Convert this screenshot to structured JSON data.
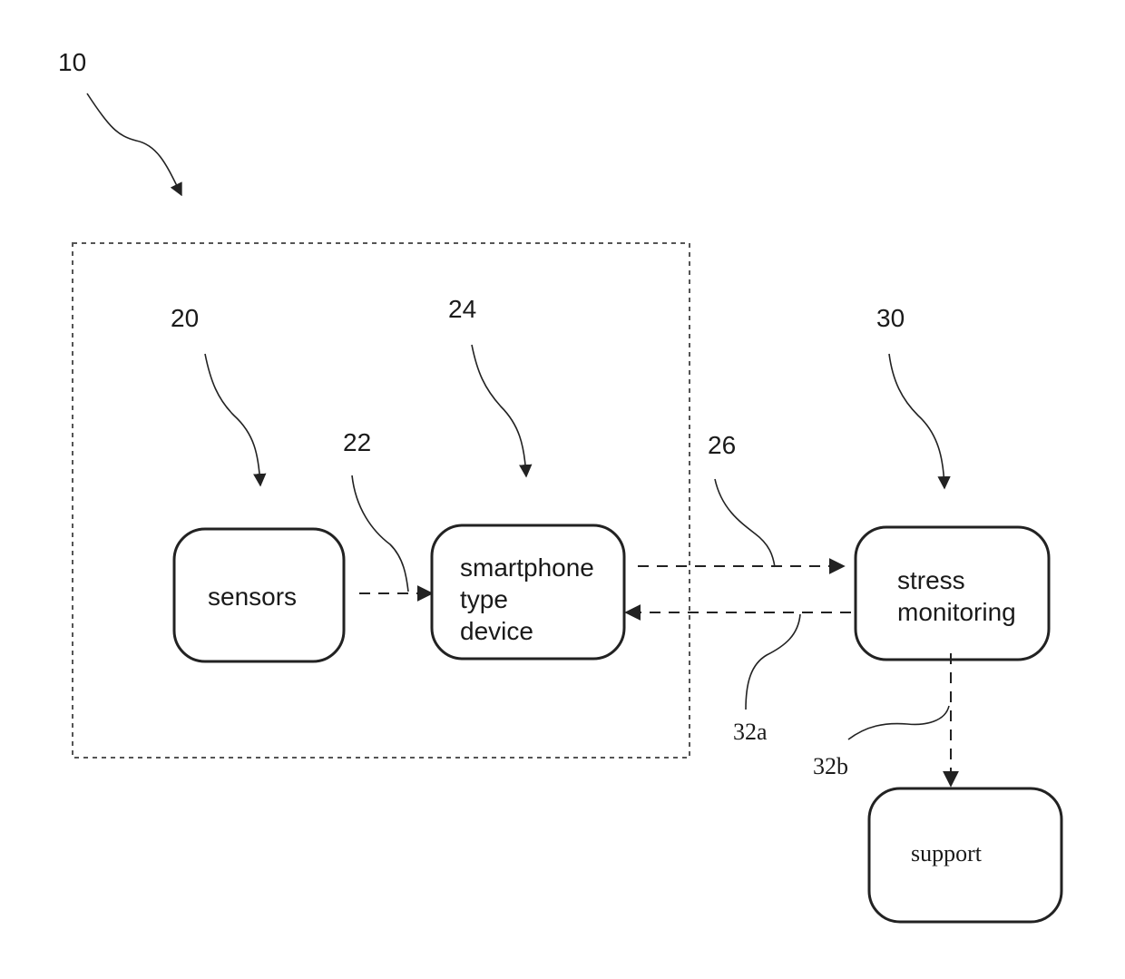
{
  "refs": {
    "system": "10",
    "sensors": "20",
    "link_sensors_device": "22",
    "device": "24",
    "link_device_monitoring": "26",
    "monitoring": "30",
    "link_monitoring_device": "32a",
    "link_monitoring_support": "32b"
  },
  "boxes": {
    "sensors": [
      "sensors"
    ],
    "device": [
      "smartphone",
      "type",
      "device"
    ],
    "monitoring": [
      "stress",
      "monitoring"
    ],
    "support": [
      "support"
    ]
  }
}
